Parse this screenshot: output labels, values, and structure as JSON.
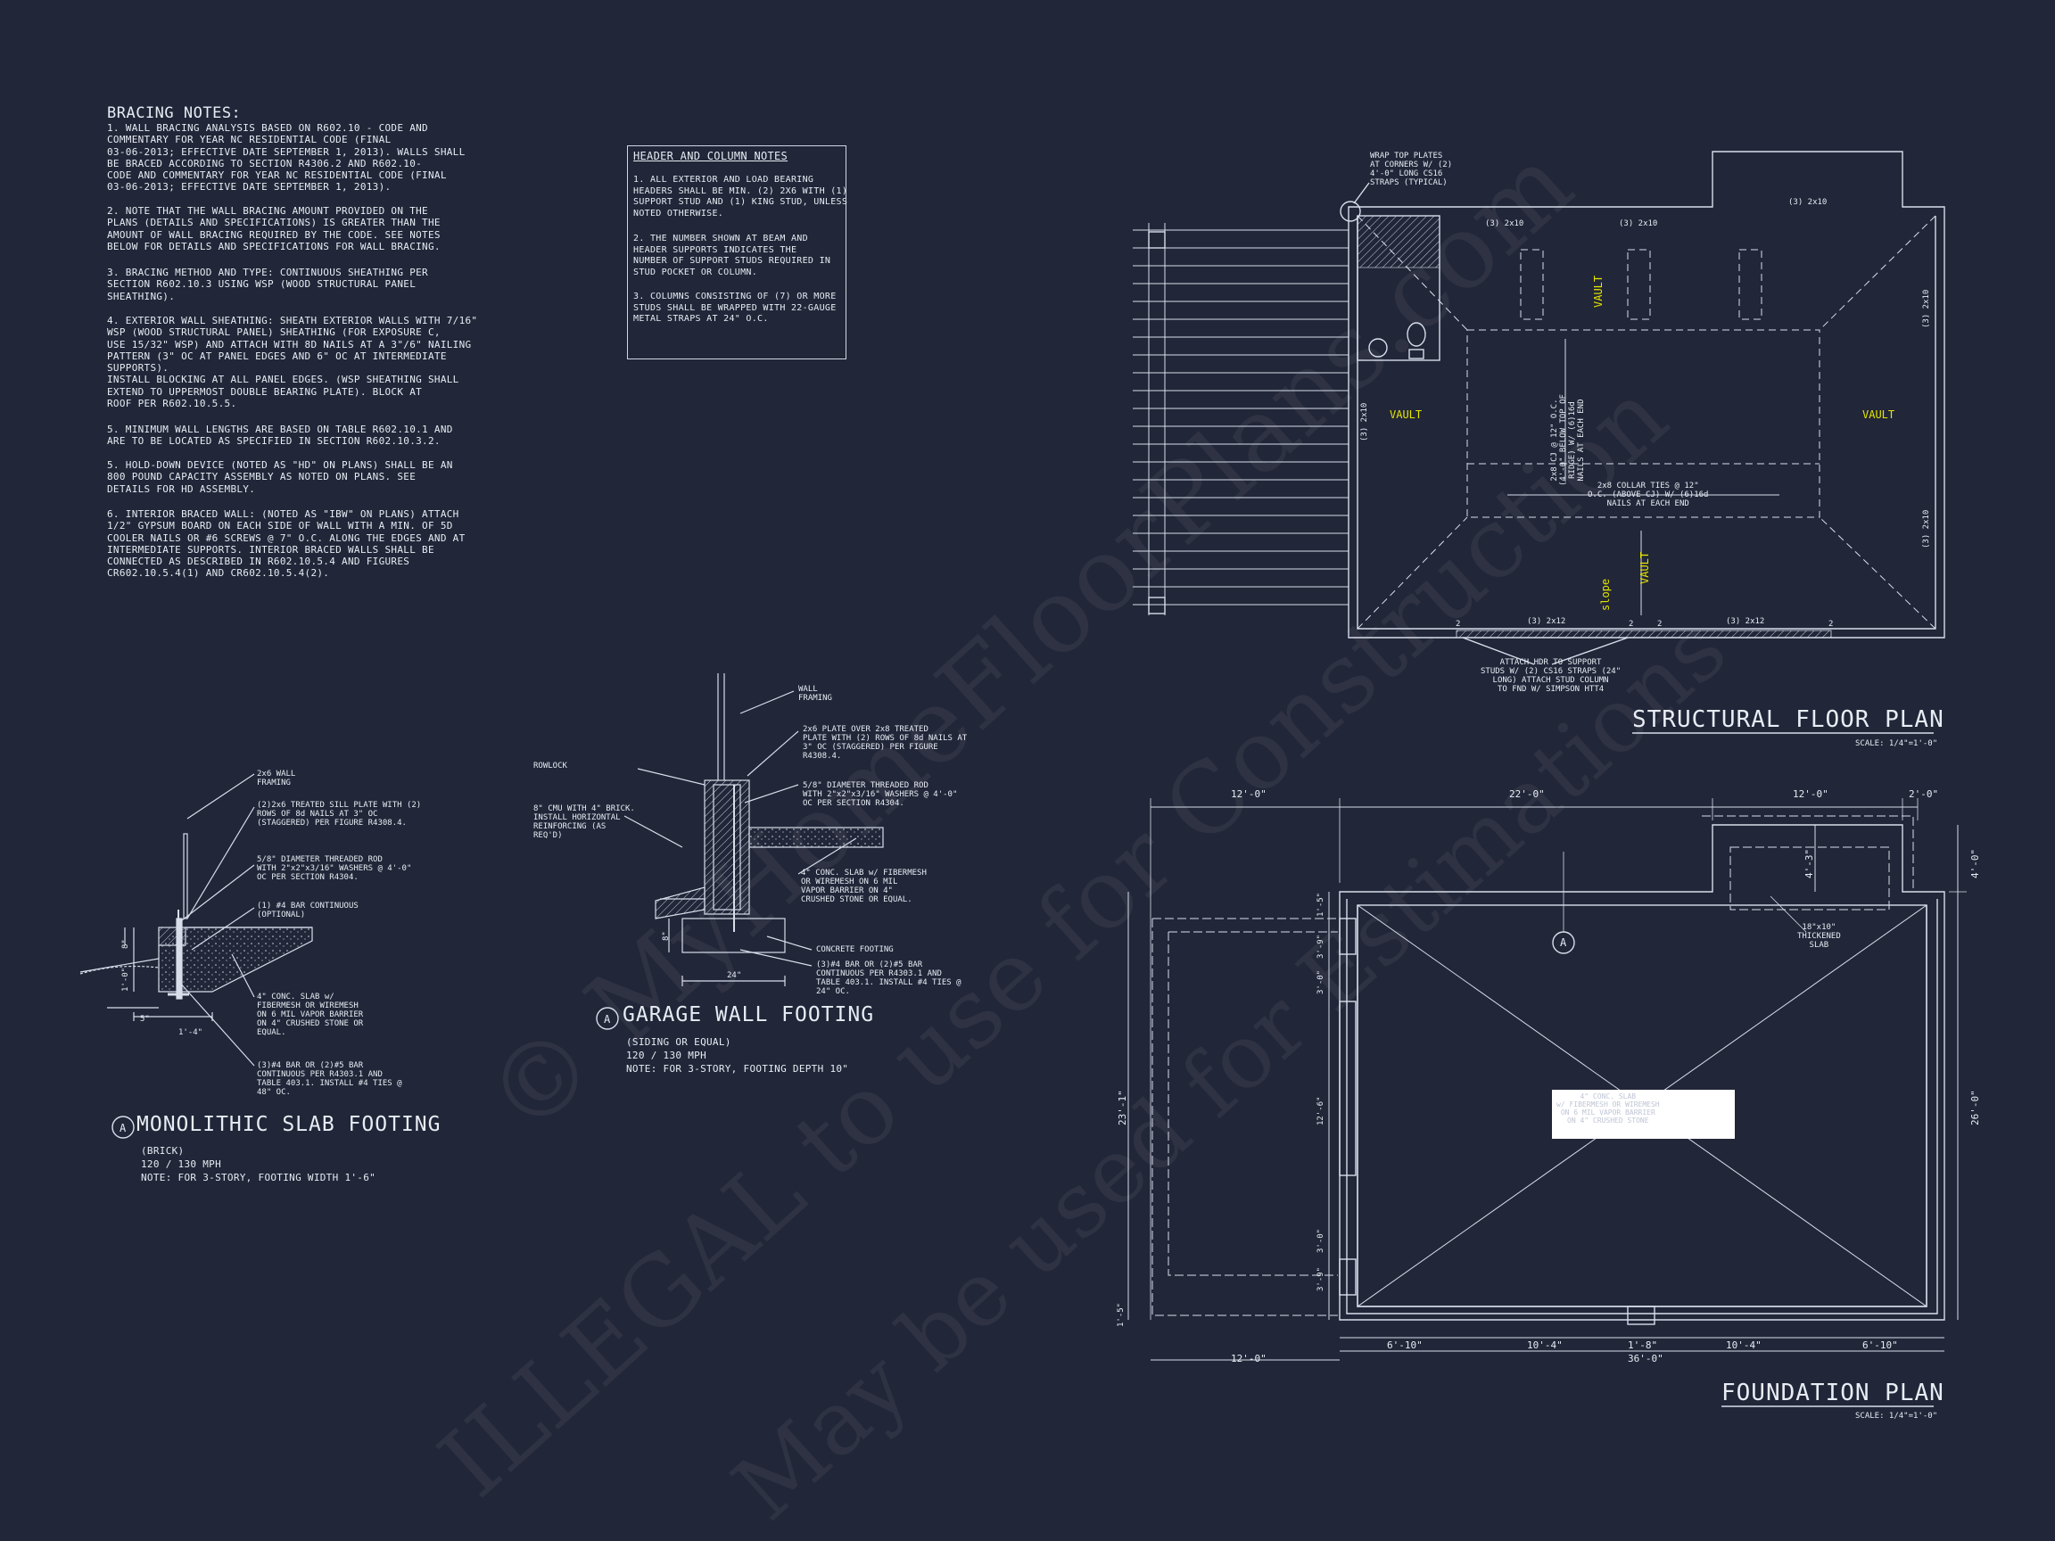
{
  "bracing": {
    "title": "BRACING NOTES:",
    "notes": [
      "1. WALL BRACING ANALYSIS BASED ON R602.10 - CODE AND\nCOMMENTARY FOR YEAR NC RESIDENTIAL CODE (FINAL\n03-06-2013; EFFECTIVE DATE SEPTEMBER 1, 2013). WALLS SHALL\nBE BRACED ACCORDING TO SECTION R4306.2 AND R602.10-\nCODE AND COMMENTARY FOR YEAR NC RESIDENTIAL CODE (FINAL\n03-06-2013; EFFECTIVE DATE SEPTEMBER 1, 2013).",
      "2. NOTE THAT THE WALL BRACING AMOUNT PROVIDED ON THE\nPLANS (DETAILS AND SPECIFICATIONS) IS GREATER THAN THE\nAMOUNT OF WALL BRACING REQUIRED BY THE CODE. SEE NOTES\nBELOW FOR DETAILS AND SPECIFICATIONS FOR WALL BRACING.",
      "3. BRACING METHOD AND TYPE: CONTINUOUS SHEATHING PER\nSECTION R602.10.3 USING WSP (WOOD STRUCTURAL PANEL\nSHEATHING).",
      "4. EXTERIOR WALL SHEATHING: SHEATH EXTERIOR WALLS WITH 7/16\"\nWSP (WOOD STRUCTURAL PANEL) SHEATHING (FOR EXPOSURE C,\nUSE 15/32\" WSP) AND ATTACH WITH 8d NAILS AT A 3\"/6\" NAILING\nPATTERN (3\" OC AT PANEL EDGES AND 6\" OC AT INTERMEDIATE\nSUPPORTS).\nINSTALL BLOCKING AT ALL PANEL EDGES. (WSP SHEATHING SHALL\nEXTEND TO UPPERMOST DOUBLE BEARING PLATE). BLOCK AT\nROOF PER R602.10.5.5.",
      "5. MINIMUM WALL LENGTHS ARE BASED ON TABLE R602.10.1 AND\nARE TO BE LOCATED AS SPECIFIED IN SECTION R602.10.3.2.",
      "5. HOLD-DOWN DEVICE (NOTED AS \"HD\" ON PLANS) SHALL BE AN\n800 POUND CAPACITY ASSEMBLY AS NOTED ON PLANS. SEE\nDETAILS FOR HD ASSEMBLY.",
      "6. INTERIOR BRACED WALL: (NOTED AS \"IBW\" ON PLANS) ATTACH\n1/2\" GYPSUM BOARD ON EACH SIDE OF WALL WITH A MIN. OF 5d\nCOOLER NAILS OR #6 SCREWS @ 7\" O.C. ALONG THE EDGES AND AT\nINTERMEDIATE SUPPORTS. INTERIOR BRACED WALLS SHALL BE\nCONNECTED AS DESCRIBED IN R602.10.5.4 AND FIGURES\nCR602.10.5.4(1) AND CR602.10.5.4(2)."
    ]
  },
  "header_notes": {
    "title": "HEADER AND COLUMN NOTES",
    "notes": [
      "1. ALL EXTERIOR AND LOAD BEARING\nHEADERS SHALL BE MIN. (2) 2x6 WITH (1)\nSUPPORT STUD AND (1) KING STUD, UNLESS\nNOTED OTHERWISE.",
      "2. THE NUMBER SHOWN AT BEAM AND\nHEADER SUPPORTS INDICATES THE\nNUMBER OF SUPPORT STUDS REQUIRED IN\nSTUD POCKET OR COLUMN.",
      "3. COLUMNS CONSISTING OF (7) OR MORE\nSTUDS SHALL BE WRAPPED WITH 22-GAUGE\nMETAL STRAPS AT 24\" O.C."
    ]
  },
  "mono": {
    "labels": [
      "2x6 WALL\nFRAMING",
      "(2)2x6 TREATED SILL PLATE WITH (2)\nROWS OF 8d NAILS AT 3\" OC\n(STAGGERED) PER FIGURE R4308.4.",
      "5/8\" DIAMETER THREADED ROD\nWITH 2\"x2\"x3/16\" WASHERS @ 4'-0\"\nOC PER SECTION R4304.",
      "(1) #4 BAR CONTINUOUS\n(OPTIONAL)",
      "4\" CONC. SLAB w/\nFIBERMESH OR WIREMESH\nON 6 MIL VAPOR BARRIER\nON 4\" CRUSHED STONE OR\nEQUAL.",
      "(3)#4 BAR OR (2)#5 BAR\nCONTINUOUS PER R4303.1 AND\nTABLE 403.1. INSTALL #4 TIES @\n48\" OC."
    ],
    "dim_depth": "1'-0\"",
    "dim_8": "8\"",
    "dim_5": "5\"",
    "dim_width": "1'-4\"",
    "tag": "A",
    "title": "MONOLITHIC SLAB FOOTING",
    "sub1": "(BRICK)",
    "sub2": "120 / 130 MPH",
    "sub3": "NOTE: FOR 3-STORY, FOOTING WIDTH 1'-6\""
  },
  "garage": {
    "labels": [
      "WALL\nFRAMING",
      "2x6 PLATE OVER 2x8 TREATED\nPLATE WITH (2) ROWS OF 8d NAILS AT\n3\" OC (STAGGERED) PER FIGURE\nR4308.4.",
      "5/8\" DIAMETER THREADED ROD\nWITH 2\"x2\"x3/16\" WASHERS @ 4'-0\"\nOC PER SECTION R4304.",
      "4\" CONC. SLAB w/ FIBERMESH\nOR WIREMESH ON 6 MIL\nVAPOR BARRIER ON 4\"\nCRUSHED STONE OR EQUAL.",
      "CONCRETE FOOTING",
      "(3)#4 BAR OR (2)#5 BAR\nCONTINUOUS PER R4303.1 AND\nTABLE 403.1. INSTALL #4 TIES @\n24\" OC.",
      "ROWLOCK",
      "8\" CMU WITH 4\" BRICK.\nINSTALL HORIZONTAL\nREINFORCING (AS\nREQ'D)"
    ],
    "dim_8": "8\"",
    "dim_width": "24\"",
    "tag": "A",
    "title": "GARAGE WALL FOOTING",
    "sub1": "(SIDING OR EQUAL)",
    "sub2": "120 / 130 MPH",
    "sub3": "NOTE: FOR 3-STORY, FOOTING DEPTH 10\""
  },
  "structural": {
    "title": "STRUCTURAL FLOOR PLAN",
    "scale": "SCALE: 1/4\"=1'-0\"",
    "wrap_note": "WRAP TOP PLATES\nAT CORNERS W/ (2)\n4'-0\" LONG CS16\nSTRAPS (TYPICAL)",
    "hdr_top1": "(3) 2x10",
    "hdr_top2": "(3) 2x10",
    "hdr_top3": "(3) 2x10",
    "hdr_right1": "(3) 2x10",
    "hdr_right2": "(3) 2x10",
    "hdr_left": "(3) 2x10",
    "hdr_bot1": "(3) 2x12",
    "hdr_bot2": "(3) 2x12",
    "vault": "VAULT",
    "slope": "slope",
    "cj_note": "2x8 CJ @ 12\" O.C.\n(4'-0\" BELOW TOP OF\nRIDGE) W/ (6)16d\nNAILS AT EACH END",
    "collar_note": "2x8 COLLAR TIES @ 12\"\nO.C. (ABOVE CJ) W/ (6)16d\nNAILS AT EACH END",
    "attach_note": "ATTACH HDR TO SUPPORT\nSTUDS W/ (2) CS16 STRAPS (24\"\nLONG) ATTACH STUD COLUMN\nTO FND W/ SIMPSON HTT4",
    "stud": "2"
  },
  "foundation": {
    "title": "FOUNDATION PLAN",
    "scale": "SCALE: 1/4\"=1'-0\"",
    "top_dims": [
      "12'-0\"",
      "22'-0\"",
      "12'-0\"",
      "2'-0\""
    ],
    "right_dims": [
      "4'-0\"",
      "26'-0\""
    ],
    "left_dims": [
      "1'-5\"",
      "3'-9\"",
      "3'-0\"",
      "12'-6\"",
      "3'-0\"",
      "3'-9\"",
      "1'-5\""
    ],
    "left_total": "23'-1\"",
    "bottom_dims": [
      "6'-10\"",
      "10'-4\"",
      "1'-8\"",
      "10'-4\"",
      "6'-10\""
    ],
    "bottom_total": "36'-0\"",
    "bottom_left": "12'-0\"",
    "step_dim": "4'-3\"",
    "thick_note": "18\"x10\"\nTHICKENED\nSLAB",
    "tag": "A",
    "slab_note": "4\" CONC. SLAB\nw/ FIBERMESH OR WIREMESH\nON 6 MIL VAPOR BARRIER\nON 4\" CRUSHED STONE"
  }
}
